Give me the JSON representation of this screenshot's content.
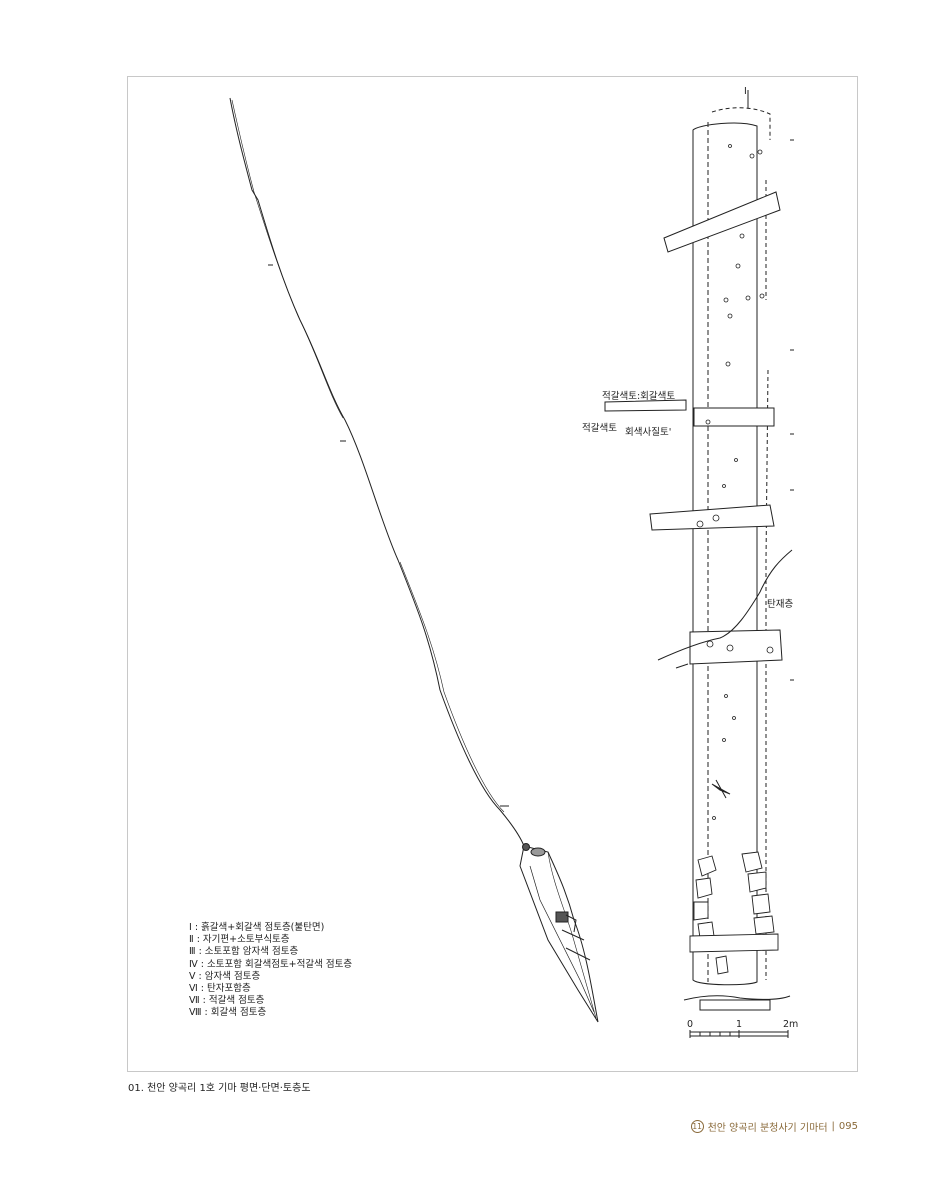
{
  "figure": {
    "legend": [
      "Ⅰ : 흙갈색+회갈색 점토층(불탄면)",
      "Ⅱ : 자기편+소토부식토층",
      "Ⅲ : 소토포함 암자색 점토층",
      "Ⅳ : 소토포함 회갈색점토+적갈색 점토층",
      "Ⅴ : 암자색 점토층",
      "Ⅵ : 탄자포함층",
      "Ⅶ : 적갈색 점토층",
      "Ⅷ : 회갈색 점토층"
    ],
    "annotations": {
      "top_note": "적갈색토:회갈색토",
      "left_note": "적갈색토",
      "mid_note": "회색사질토'",
      "charcoal": "탄재층",
      "section_mark": "I"
    },
    "scale": {
      "zero": "0",
      "one": "1",
      "two": "2m"
    }
  },
  "caption": "01. 천안 양곡리 1호 기마 평면·단면·토층도",
  "footer": {
    "chapter_number": "11",
    "chapter_title": "천안 양곡리 분청사기 기마터",
    "separator": "|",
    "page_number": "095"
  }
}
